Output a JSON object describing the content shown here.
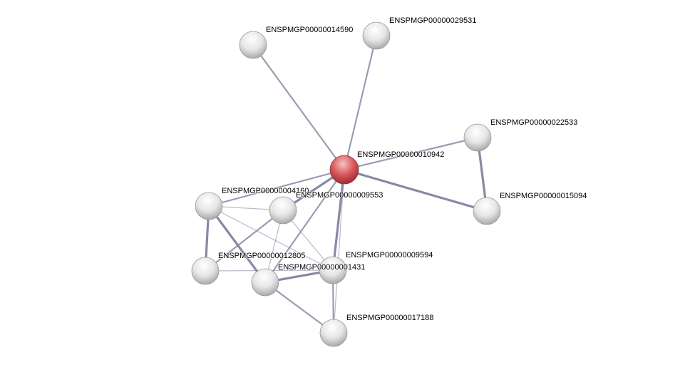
{
  "network": {
    "query_color": "#d9575c",
    "node_color": "#e8e8e8",
    "edge_color": "#7f84a0",
    "nodes": [
      {
        "id": "n14590",
        "label": "ENSPMGP00000014590"
      },
      {
        "id": "n29531",
        "label": "ENSPMGP00000029531"
      },
      {
        "id": "n22533",
        "label": "ENSPMGP00000022533"
      },
      {
        "id": "n10942",
        "label": "ENSPMGP00000010942",
        "query": true
      },
      {
        "id": "n15094",
        "label": "ENSPMGP00000015094"
      },
      {
        "id": "n4160",
        "label": "ENSPMGP00000004160"
      },
      {
        "id": "n9553",
        "label": "ENSPMGP00000009553"
      },
      {
        "id": "n12805",
        "label": "ENSPMGP00000012805"
      },
      {
        "id": "n1431",
        "label": "ENSPMGP00000001431"
      },
      {
        "id": "n9594",
        "label": "ENSPMGP00000009594"
      },
      {
        "id": "n17188",
        "label": "ENSPMGP00000017188"
      }
    ],
    "edges": [
      [
        "n10942",
        "n14590",
        2
      ],
      [
        "n10942",
        "n29531",
        2
      ],
      [
        "n10942",
        "n22533",
        2
      ],
      [
        "n10942",
        "n15094",
        3
      ],
      [
        "n22533",
        "n15094",
        3
      ],
      [
        "n10942",
        "n4160",
        2
      ],
      [
        "n10942",
        "n9553",
        3
      ],
      [
        "n10942",
        "n9594",
        3
      ],
      [
        "n10942",
        "n1431",
        2
      ],
      [
        "n10942",
        "n17188",
        1
      ],
      [
        "n4160",
        "n9553",
        1
      ],
      [
        "n4160",
        "n12805",
        3
      ],
      [
        "n4160",
        "n1431",
        3
      ],
      [
        "n4160",
        "n9594",
        1
      ],
      [
        "n9553",
        "n12805",
        2
      ],
      [
        "n9553",
        "n1431",
        1
      ],
      [
        "n9553",
        "n9594",
        1
      ],
      [
        "n12805",
        "n9594",
        1
      ],
      [
        "n1431",
        "n9594",
        3
      ],
      [
        "n1431",
        "n17188",
        2
      ],
      [
        "n9594",
        "n17188",
        2
      ]
    ]
  }
}
